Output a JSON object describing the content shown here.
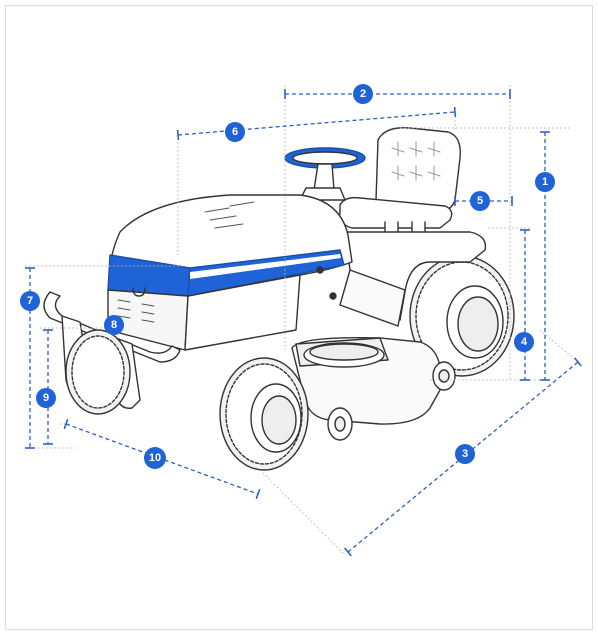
{
  "diagram": {
    "subject": "riding-lawn-mower",
    "accent_color": "#1f63d6",
    "outline_color": "#333333",
    "callouts": [
      {
        "id": "1",
        "label": "1"
      },
      {
        "id": "2",
        "label": "2"
      },
      {
        "id": "3",
        "label": "3"
      },
      {
        "id": "4",
        "label": "4"
      },
      {
        "id": "5",
        "label": "5"
      },
      {
        "id": "6",
        "label": "6"
      },
      {
        "id": "7",
        "label": "7"
      },
      {
        "id": "8",
        "label": "8"
      },
      {
        "id": "9",
        "label": "9"
      },
      {
        "id": "10",
        "label": "10"
      }
    ]
  }
}
